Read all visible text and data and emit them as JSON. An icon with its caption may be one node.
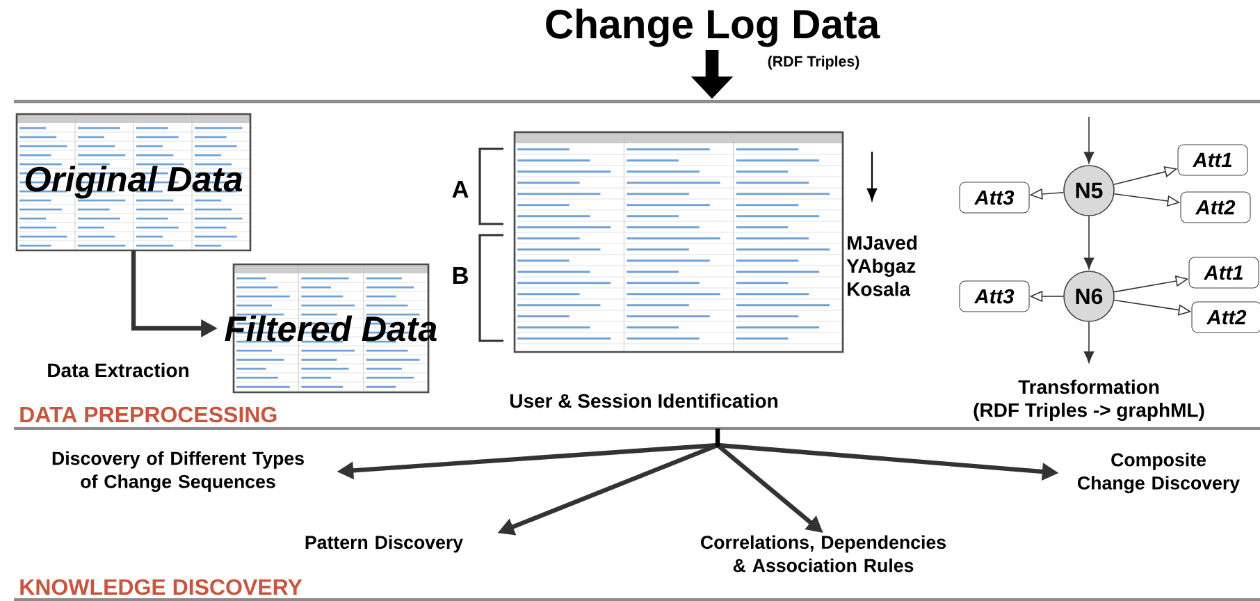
{
  "diagram": {
    "title": "Change Log Data",
    "nodes": [
      {
        "text": [
          "Original Data"
        ]
      },
      {
        "text": [
          "Filtered Data"
        ]
      },
      {
        "text": [
          "N5"
        ]
      },
      {
        "text": [
          "Att1"
        ]
      },
      {
        "text": [
          "Att2"
        ]
      },
      {
        "text": [
          "Att3"
        ]
      },
      {
        "text": [
          "N6"
        ]
      },
      {
        "text": [
          "Att1"
        ]
      },
      {
        "text": [
          "Att2"
        ]
      },
      {
        "text": [
          "Att3"
        ]
      },
      {
        "text": [
          "Discovery of Different Types of Change Sequences"
        ]
      },
      {
        "text": [
          "Pattern Discovery"
        ]
      },
      {
        "text": [
          "Correlations, Dependencies & Association Rules"
        ]
      },
      {
        "text": [
          "Composite Change Discovery"
        ]
      }
    ],
    "edges": [
      {
        "from": 0,
        "to": 1,
        "arrow": "to",
        "style": "thick"
      },
      {
        "from": null,
        "to": 2,
        "arrow": "to"
      },
      {
        "from": 2,
        "to": 3,
        "arrow": "to"
      },
      {
        "from": 2,
        "to": 4,
        "arrow": "to"
      },
      {
        "from": 2,
        "to": 5,
        "arrow": "to"
      },
      {
        "from": 2,
        "to": 6,
        "arrow": "to"
      },
      {
        "from": 6,
        "to": 7,
        "arrow": "to"
      },
      {
        "from": 6,
        "to": 8,
        "arrow": "to"
      },
      {
        "from": 6,
        "to": 9,
        "arrow": "to"
      },
      {
        "from": 6,
        "to": null,
        "arrow": "to"
      },
      {
        "from": null,
        "to": 10,
        "arrow": "to",
        "style": "thick"
      },
      {
        "from": null,
        "to": 11,
        "arrow": "to",
        "style": "thick"
      },
      {
        "from": null,
        "to": 12,
        "arrow": "to",
        "style": "thick"
      },
      {
        "from": null,
        "to": 13,
        "arrow": "to",
        "style": "thick"
      }
    ],
    "labels": [
      "(RDF Triples)",
      "Data Extraction",
      "DATA PREPROCESSING",
      "A",
      "B",
      "MJaved YAbgaz Kosala",
      "User & Session Identification",
      "Transformation",
      "(RDF Triples -> graphML)",
      "KNOWLEDGE DISCOVERY"
    ]
  }
}
